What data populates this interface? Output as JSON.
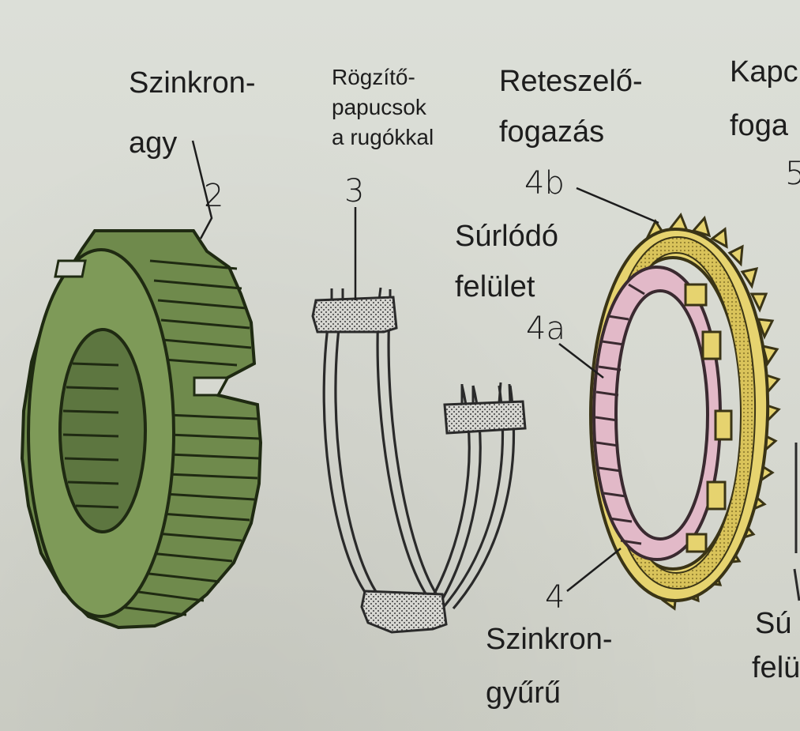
{
  "labels": {
    "hub_line1": "Szinkron-",
    "hub_line2": "agy",
    "hub_number": "2",
    "shoes_line1": "Rögzítő-",
    "shoes_line2": "papucsok",
    "shoes_line3": "a rugókkal",
    "shoes_number": "3",
    "teeth_line1": "Reteszelő-",
    "teeth_line2": "fogazás",
    "teeth_number": "4b",
    "friction_line1": "Súrlódó",
    "friction_line2": "felület",
    "friction_number": "4a",
    "ring_number": "4",
    "ring_line1": "Szinkron-",
    "ring_line2": "gyűrű",
    "cut_top1": "Kapc",
    "cut_top2": "foga",
    "cut_number": "5",
    "cut_bottom1": "Sú",
    "cut_bottom2": "felü"
  },
  "colors": {
    "hub_fill": "#6f8a4c",
    "ring_outer": "#e6d36f",
    "ring_inner": "#e2b9c8",
    "spring_stroke": "#2a2a2a",
    "shoe_fill": "#c9c9c4",
    "text": "#1d1d1d"
  }
}
